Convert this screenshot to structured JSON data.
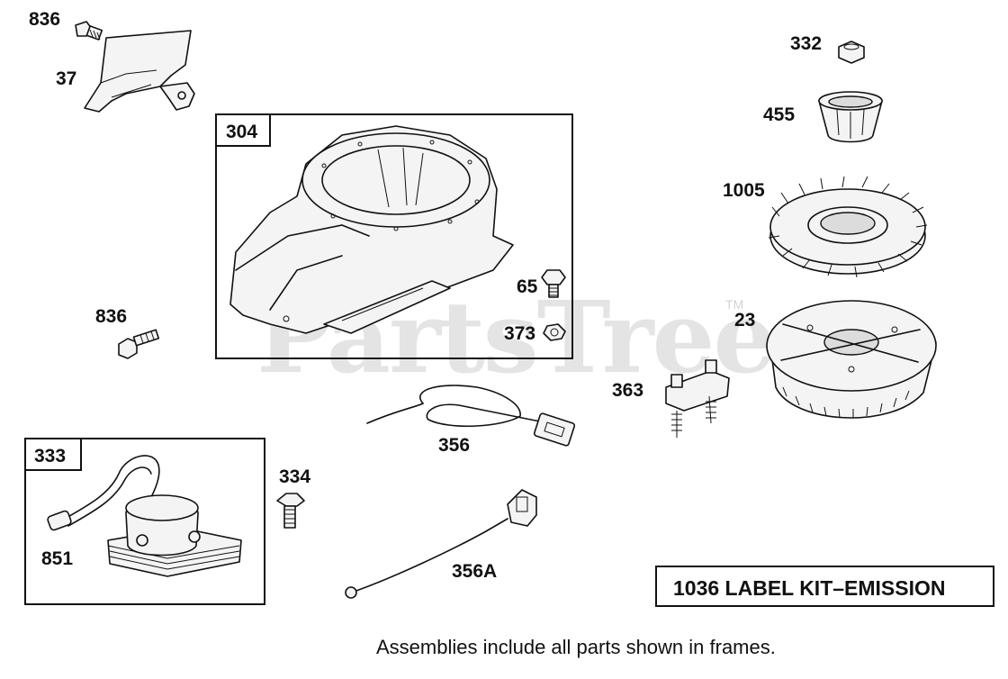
{
  "watermark": {
    "text": "PartsTree",
    "trademark": "TM"
  },
  "frames": {
    "f304": "304",
    "f333": "333"
  },
  "callouts": {
    "c836a": "836",
    "c37": "37",
    "c836b": "836",
    "c65": "65",
    "c373": "373",
    "c332": "332",
    "c455": "455",
    "c1005": "1005",
    "c23": "23",
    "c363": "363",
    "c356": "356",
    "c334": "334",
    "c851": "851",
    "c356a": "356A"
  },
  "label_kit": "1036 LABEL KIT–EMISSION",
  "footer_note": "Assemblies include all parts shown in frames."
}
